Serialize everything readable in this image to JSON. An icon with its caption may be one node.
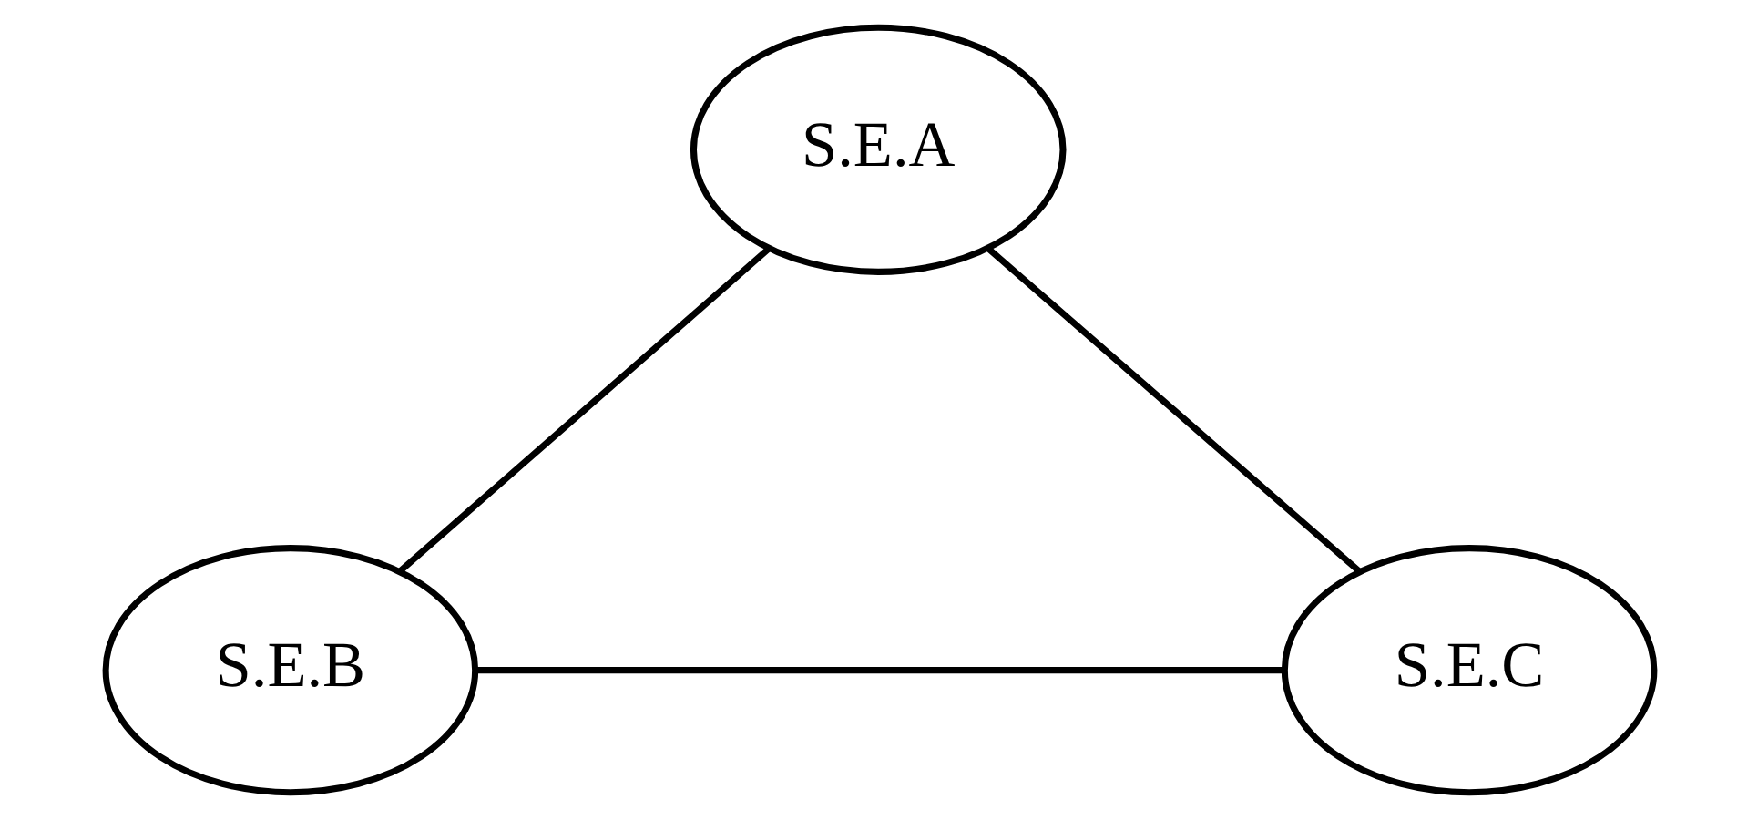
{
  "diagram": {
    "nodes": [
      {
        "text": [
          "S.E.A"
        ]
      },
      {
        "text": [
          "S.E.B"
        ]
      },
      {
        "text": [
          "S.E.C"
        ]
      }
    ],
    "edges": [
      {
        "from": 0,
        "to": 1,
        "arrow": "none"
      },
      {
        "from": 0,
        "to": 2,
        "arrow": "none"
      },
      {
        "from": 1,
        "to": 2,
        "arrow": "none"
      }
    ]
  }
}
